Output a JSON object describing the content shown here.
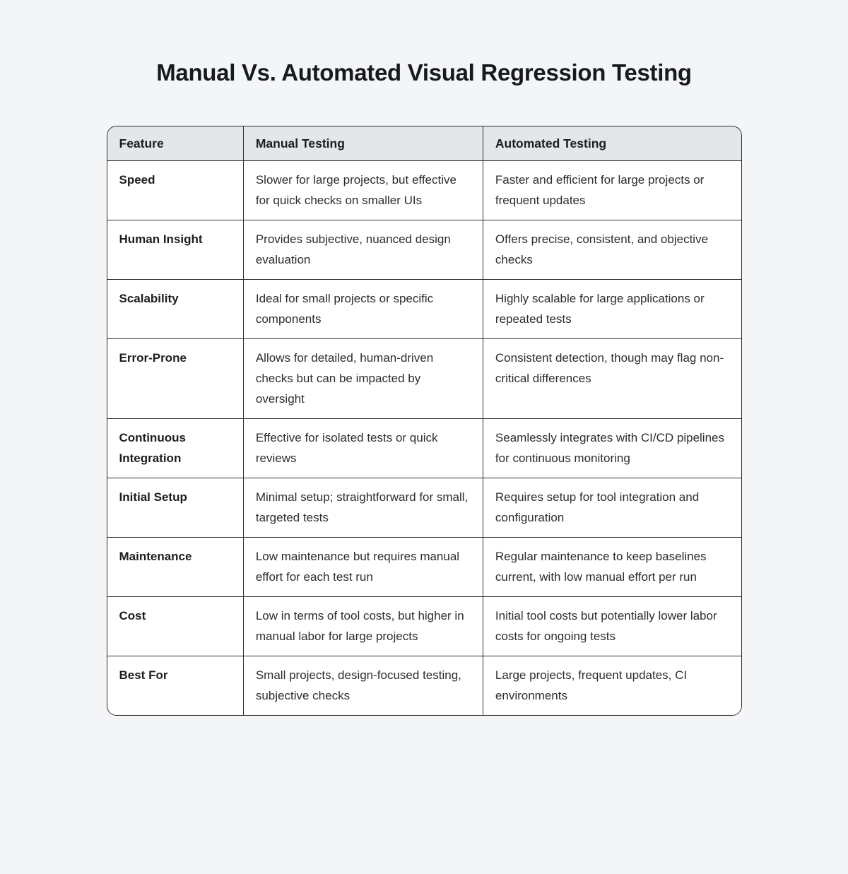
{
  "title": "Manual Vs. Automated Visual Regression Testing",
  "colors": {
    "page_background": "#f4f5f7",
    "header_background": "#e4e6e8",
    "cell_background": "#ffffff",
    "border": "#2a2d31",
    "title_text": "#17191c",
    "body_text": "#2b2d31"
  },
  "table": {
    "columns": [
      "Feature",
      "Manual Testing",
      "Automated Testing"
    ],
    "rows": [
      {
        "feature": "Speed",
        "manual": "Slower for large projects, but effective for quick checks on smaller UIs",
        "automated": "Faster and efficient for large projects or frequent updates"
      },
      {
        "feature": "Human Insight",
        "manual": "Provides subjective, nuanced design evaluation",
        "automated": "Offers precise, consistent, and objective checks"
      },
      {
        "feature": "Scalability",
        "manual": "Ideal for small projects or specific components",
        "automated": "Highly scalable for large applications or repeated tests"
      },
      {
        "feature": "Error-Prone",
        "manual": "Allows for detailed, human-driven checks but can be impacted by oversight",
        "automated": "Consistent detection, though may flag non-critical differences"
      },
      {
        "feature": "Continuous Integration",
        "manual": "Effective for isolated tests or quick reviews",
        "automated": "Seamlessly integrates with CI/CD pipelines for continuous monitoring"
      },
      {
        "feature": "Initial Setup",
        "manual": "Minimal setup; straightforward for small, targeted tests",
        "automated": "Requires setup for tool integration and configuration"
      },
      {
        "feature": "Maintenance",
        "manual": "Low maintenance but requires manual effort for each test run",
        "automated": "Regular maintenance to keep baselines current, with low manual effort per run"
      },
      {
        "feature": "Cost",
        "manual": "Low in terms of tool costs, but higher in manual labor for large projects",
        "automated": "Initial tool costs but potentially lower labor costs for ongoing tests"
      },
      {
        "feature": "Best For",
        "manual": "Small projects, design-focused testing, subjective checks",
        "automated": "Large projects, frequent updates, CI environments"
      }
    ]
  }
}
